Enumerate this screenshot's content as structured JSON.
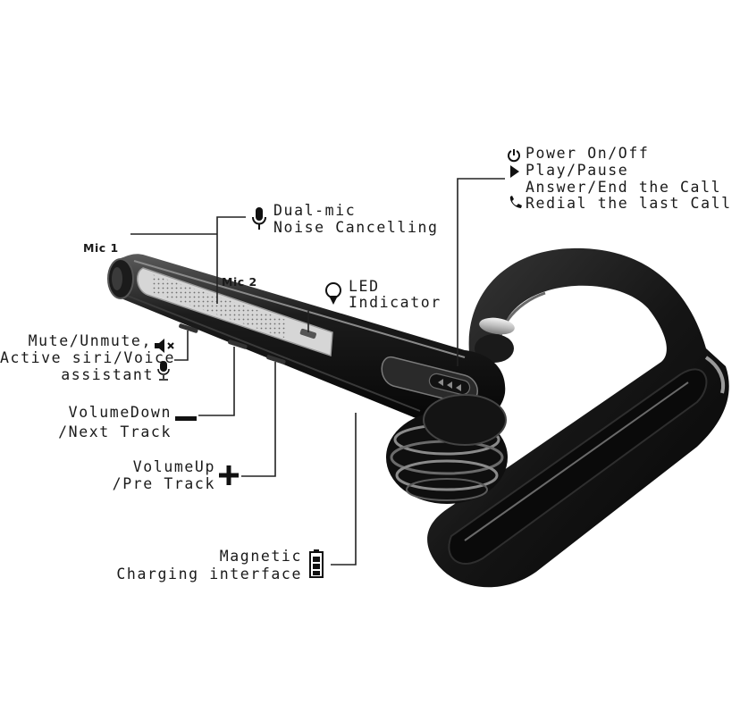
{
  "labels": {
    "power": [
      "Power On/Off",
      "Play/Pause",
      "Answer/End the Call",
      "Redial the last Call"
    ],
    "dual_mic": [
      "Dual-mic",
      "Noise Cancelling"
    ],
    "mic1": "Mic 1",
    "mic2": "Mic 2",
    "led": [
      "LED",
      "Indicator"
    ],
    "mute": [
      "Mute/Unmute,",
      "Active siri/Voice",
      "assistant"
    ],
    "volume_down": [
      "VolumeDown",
      "/Next Track"
    ],
    "volume_up": [
      "VolumeUp",
      "/Pre Track"
    ],
    "charging": [
      "Magnetic",
      "Charging interface"
    ]
  },
  "icons": {
    "power": "power-icon",
    "play": "play-icon",
    "phone": "phone-icon",
    "mic": "microphone-icon",
    "led": "bulb-icon",
    "mute": "speaker-mute-icon",
    "voice": "mic-stand-icon",
    "minus": "minus-icon",
    "plus": "plus-icon",
    "battery": "battery-icon"
  },
  "colors": {
    "body_dark": "#121212",
    "leader_line": "#222222",
    "silver": "#d9d9d9"
  }
}
